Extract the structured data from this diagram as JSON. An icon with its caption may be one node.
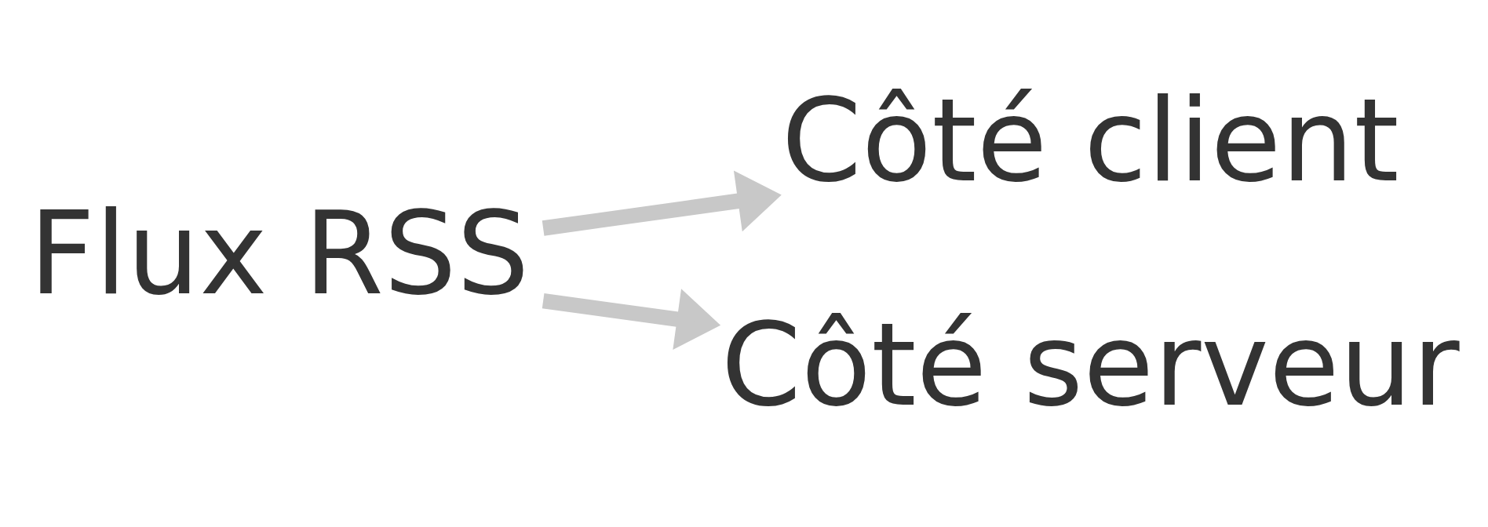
{
  "diagram": {
    "nodes": [
      {
        "text": [
          "Flux RSS"
        ]
      },
      {
        "text": [
          "Côté client"
        ]
      },
      {
        "text": [
          "Côté serveur"
        ]
      }
    ],
    "edges": [
      {
        "from": 0,
        "to": 1,
        "arrow": "to"
      },
      {
        "from": 0,
        "to": 2,
        "arrow": "to"
      }
    ]
  }
}
